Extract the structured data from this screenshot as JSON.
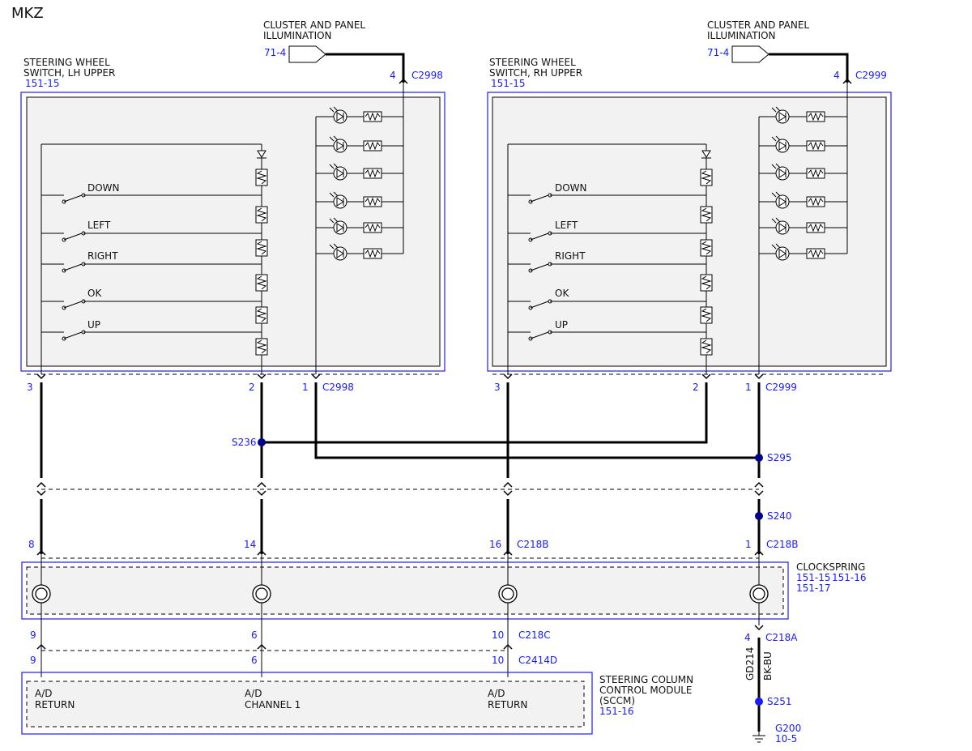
{
  "model": "MKZ",
  "illumination": {
    "lh": {
      "label_line1": "CLUSTER AND PANEL",
      "label_line2": "ILLUMINATION",
      "ref": "71-4",
      "pin": "4",
      "connector": "C2998"
    },
    "rh": {
      "label_line1": "CLUSTER AND PANEL",
      "label_line2": "ILLUMINATION",
      "ref": "71-4",
      "pin": "4",
      "connector": "C2999"
    }
  },
  "switch_lh": {
    "name_line1": "STEERING WHEEL",
    "name_line2": "SWITCH, LH UPPER",
    "ref": "151-15",
    "switches": [
      "DOWN",
      "LEFT",
      "RIGHT",
      "OK",
      "UP"
    ],
    "pins": {
      "a": "3",
      "b": "2",
      "c": "1"
    },
    "connector": "C2998"
  },
  "switch_rh": {
    "name_line1": "STEERING WHEEL",
    "name_line2": "SWITCH, RH UPPER",
    "ref": "151-15",
    "switches": [
      "DOWN",
      "LEFT",
      "RIGHT",
      "OK",
      "UP"
    ],
    "pins": {
      "a": "3",
      "b": "2",
      "c": "1"
    },
    "connector": "C2999"
  },
  "splices": {
    "s236": "S236",
    "s295": "S295",
    "s240": "S240",
    "s251": "S251"
  },
  "clockspring": {
    "name": "CLOCKSPRING",
    "ref1": "151-15",
    "ref2": "151-16",
    "ref3": "151-17",
    "top_pins": [
      "8",
      "14",
      "16",
      "1"
    ],
    "top_connector_3": "C218B",
    "top_connector_4": "C218B",
    "bottom_pins": [
      "9",
      "6",
      "10"
    ],
    "bottom_connector": "C218C",
    "rh_pin": "4",
    "rh_connector": "C218A"
  },
  "sccm": {
    "name_line1": "STEERING COLUMN",
    "name_line2": "CONTROL MODULE",
    "name_line3": "(SCCM)",
    "ref": "151-16",
    "pins": [
      "9",
      "6",
      "10"
    ],
    "connector": "C2414D",
    "channels": [
      {
        "line1": "A/D",
        "line2": "RETURN"
      },
      {
        "line1": "A/D",
        "line2": "CHANNEL 1"
      },
      {
        "line1": "A/D",
        "line2": "RETURN"
      }
    ]
  },
  "ground": {
    "wire_circuit": "GD214",
    "wire_color": "BK-BU",
    "name": "G200",
    "ref": "10-5"
  }
}
